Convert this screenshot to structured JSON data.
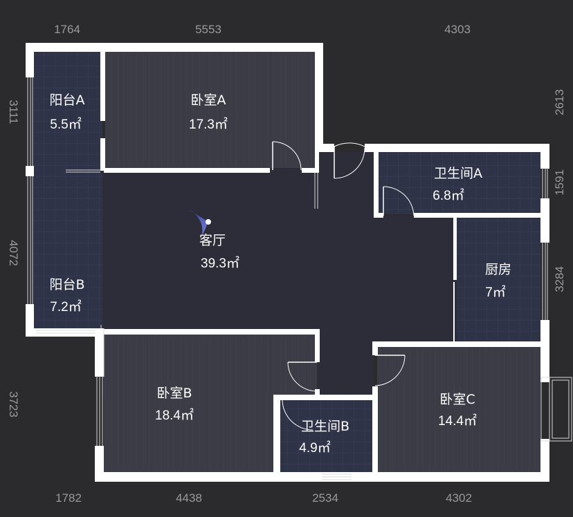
{
  "dimensions": {
    "top": [
      "1764",
      "5553",
      "4303"
    ],
    "bottom": [
      "1782",
      "4438",
      "2534",
      "4302"
    ],
    "left": [
      "3111",
      "4072",
      "3723"
    ],
    "right": [
      "2613",
      "1591",
      "3284"
    ]
  },
  "rooms": {
    "balcony_a": {
      "name": "阳台A",
      "area": "5.5㎡"
    },
    "bedroom_a": {
      "name": "卧室A",
      "area": "17.3㎡"
    },
    "bathroom_a": {
      "name": "卫生间A",
      "area": "6.8㎡"
    },
    "living": {
      "name": "客厅",
      "area": "39.3㎡"
    },
    "kitchen": {
      "name": "厨房",
      "area": "7㎡"
    },
    "balcony_b": {
      "name": "阳台B",
      "area": "7.2㎡"
    },
    "bedroom_b": {
      "name": "卧室B",
      "area": "18.4㎡"
    },
    "bathroom_b": {
      "name": "卫生间B",
      "area": "4.9㎡"
    },
    "bedroom_c": {
      "name": "卧室C",
      "area": "14.4㎡"
    }
  },
  "colors": {
    "background": "#2b2b2d",
    "floor_dark": "#3b3b46",
    "floor_living": "#2c2d38",
    "floor_tile": "#2e3246",
    "wall": "#ffffff",
    "dimension_text": "#9a9a9c",
    "camera": "#5865c8"
  }
}
